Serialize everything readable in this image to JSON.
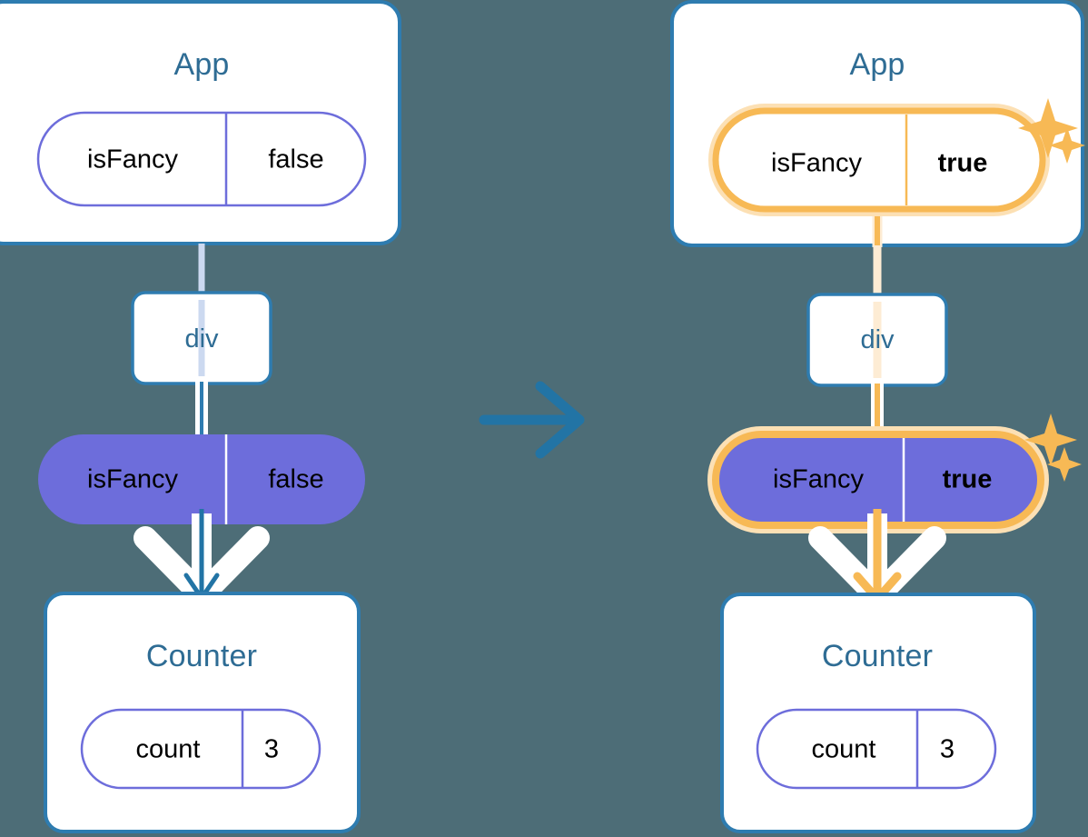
{
  "diagram": {
    "type": "react-state-propagation",
    "background_color": "#4d6d77",
    "colors": {
      "box_border": "#2e7cb0",
      "title_text": "#2e6c94",
      "pill_purple": "#6d6ddb",
      "pill_outline": "#6d6ddb",
      "highlight": "#f7b955",
      "highlight_glow": "#fce0b4",
      "arrow_blue": "#2274a5",
      "line_white": "#ffffff",
      "line_pale_blue": "#ccd9f0",
      "line_pale_orange": "#fdecd4"
    },
    "transition_arrow": {
      "name": "right-arrow",
      "direction": "right",
      "color": "#2274a5"
    },
    "panels": [
      {
        "id": "before",
        "app": {
          "title": "App",
          "pill": {
            "key": "isFancy",
            "value": "false",
            "style": "outline",
            "highlighted": false,
            "value_bold": false
          }
        },
        "div": {
          "title": "div"
        },
        "state_pill": {
          "key": "isFancy",
          "value": "false",
          "style": "solid",
          "highlighted": false,
          "value_bold": false
        },
        "counter": {
          "title": "Counter",
          "pill": {
            "key": "count",
            "value": "3",
            "style": "outline",
            "highlighted": false,
            "value_bold": false
          }
        },
        "sparkles": []
      },
      {
        "id": "after",
        "app": {
          "title": "App",
          "pill": {
            "key": "isFancy",
            "value": "true",
            "style": "outline",
            "highlighted": true,
            "value_bold": true
          }
        },
        "div": {
          "title": "div"
        },
        "state_pill": {
          "key": "isFancy",
          "value": "true",
          "style": "solid",
          "highlighted": true,
          "value_bold": true
        },
        "counter": {
          "title": "Counter",
          "pill": {
            "key": "count",
            "value": "3",
            "style": "outline",
            "highlighted": false,
            "value_bold": false
          }
        },
        "sparkles": [
          {
            "name": "sparkle-large",
            "size": "large"
          },
          {
            "name": "sparkle-small",
            "size": "small"
          }
        ]
      }
    ]
  }
}
